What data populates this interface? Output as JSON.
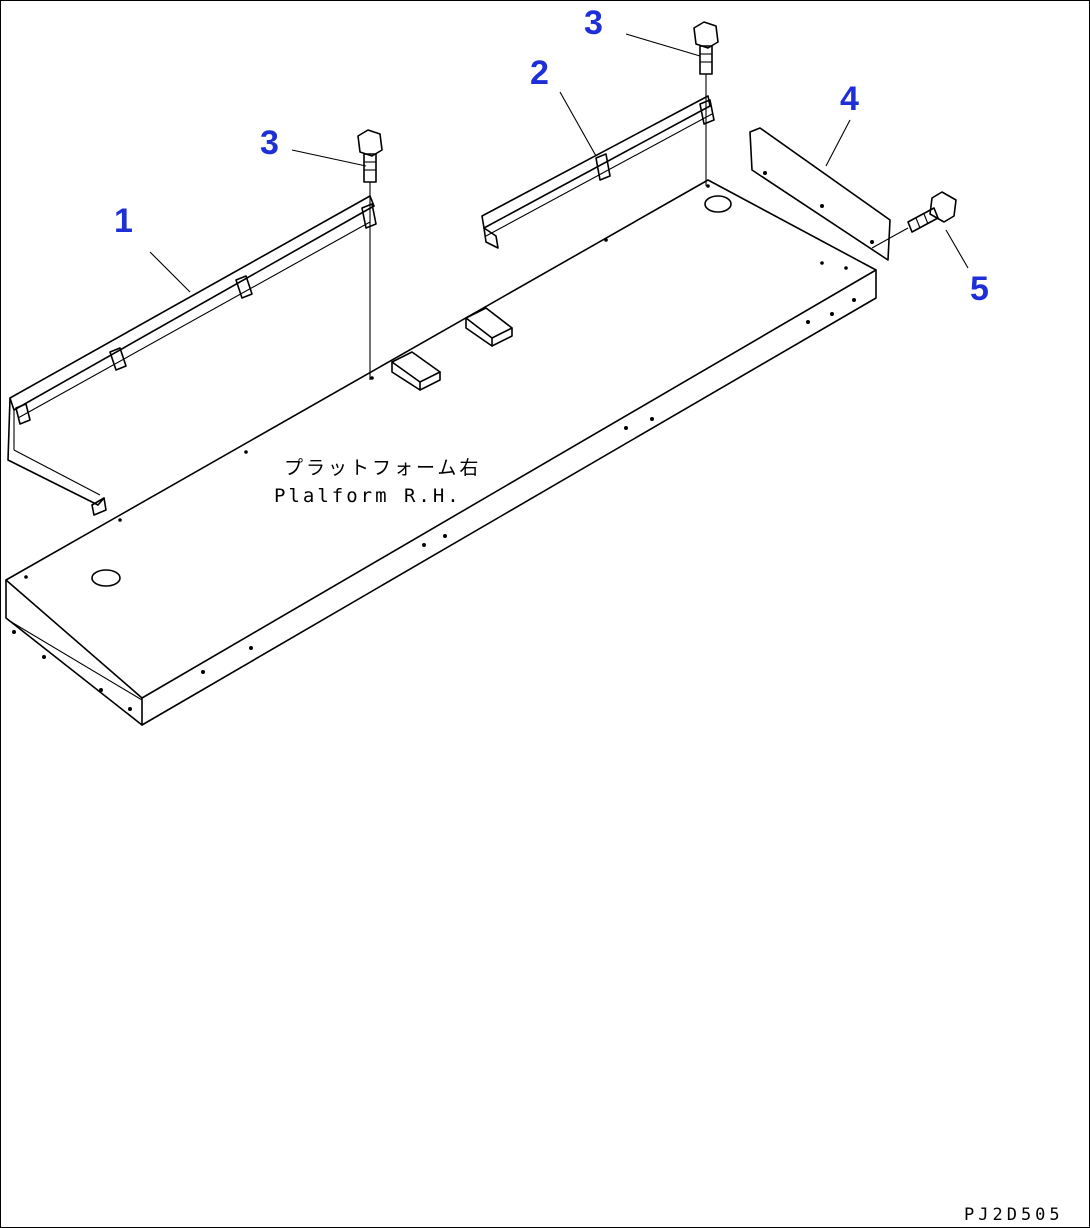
{
  "callouts": {
    "c1": "1",
    "c2": "2",
    "c3a": "3",
    "c3b": "3",
    "c4": "4",
    "c5": "5"
  },
  "part_label": {
    "jp": "プラットフォーム右",
    "en": "Plalform R.H."
  },
  "drawing_code": "PJ2D505",
  "colors": {
    "callout": "#1f2fd8",
    "line": "#000000"
  }
}
